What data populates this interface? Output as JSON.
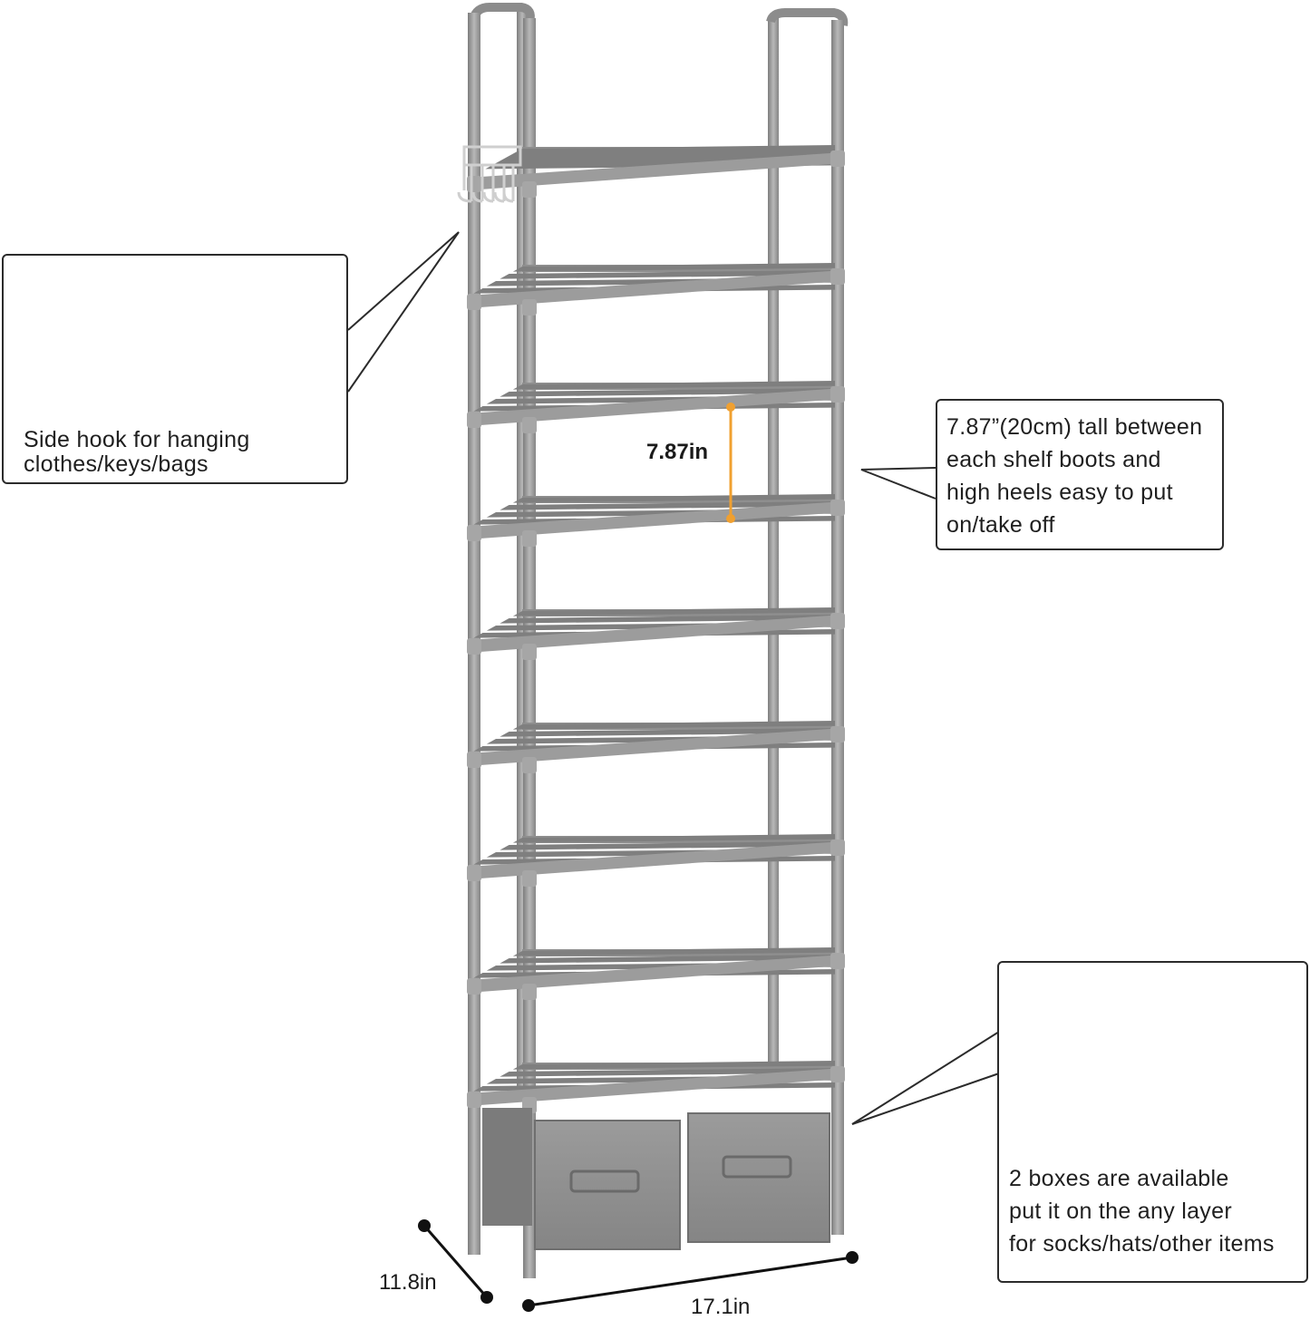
{
  "hook_callout": {
    "line1": "Side hook for hanging",
    "line2": "clothes/keys/bags"
  },
  "height_callout": {
    "line1": "7.87”(20cm) tall between",
    "line2": "each shelf boots and",
    "line3": "high heels easy to put",
    "line4": "on/take off"
  },
  "shelf_gap_label": "7.87in",
  "box_callout": {
    "line1": "2 boxes are available",
    "line2": "put it on the any layer",
    "line3": "for socks/hats/other items"
  },
  "dimensions": {
    "depth": "11.8in",
    "width": "17.1in"
  },
  "colors": {
    "frame": "#9a9a9a",
    "frame_dark": "#7d7d7d",
    "shelf": "#8a8a8a",
    "box": "#8d8d8d",
    "accent": "#f0a030",
    "callout_border": "#2b2b2b"
  }
}
